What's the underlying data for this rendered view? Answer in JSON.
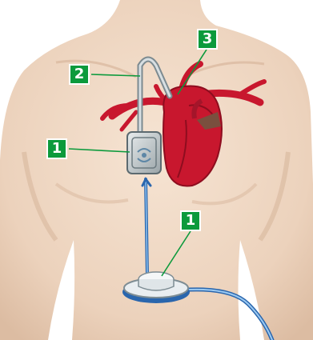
{
  "callouts": {
    "internal_pump": "1",
    "tube": "2",
    "heart": "3",
    "external_unit": "1"
  },
  "colors": {
    "callout_fill": "#0c9a3c",
    "callout_text": "#ffffff",
    "skin": "#f0d8c4",
    "heart": "#c8172e",
    "cable": "#3f86cf"
  }
}
